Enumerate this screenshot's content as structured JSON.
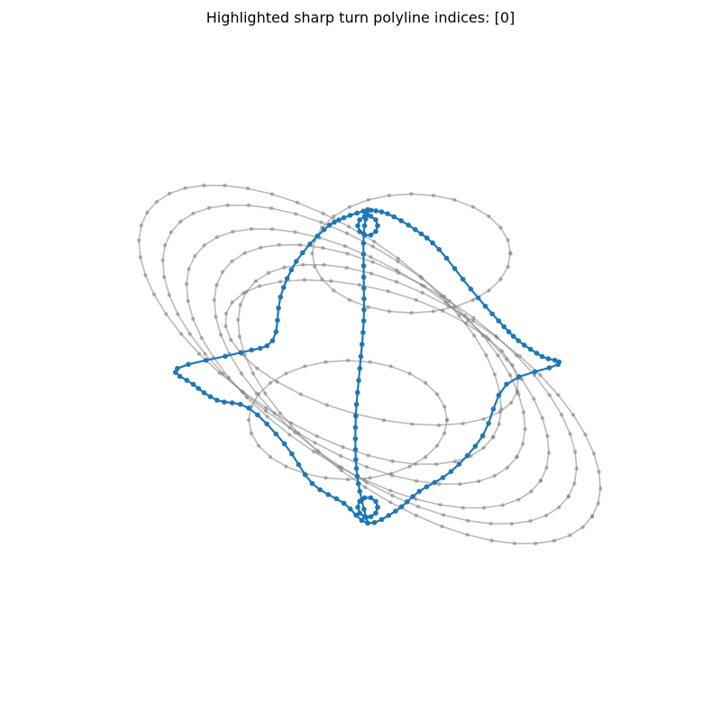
{
  "title": "Highlighted sharp turn polyline indices: [0]",
  "colors": {
    "highlight": "#1f77b4",
    "background_polylines": "#7f7f7f"
  },
  "chart_data": {
    "type": "polylines",
    "highlighted_indices": [
      0
    ],
    "background_polylines": [
      {
        "kind": "ellipse",
        "cx": -0.12,
        "cy": 0.09,
        "rx": 0.52,
        "ry": 0.25,
        "rot": -33,
        "n": 44
      },
      {
        "kind": "ellipse",
        "cx": -0.06,
        "cy": 0.04,
        "rx": 0.52,
        "ry": 0.25,
        "rot": -33,
        "n": 44
      },
      {
        "kind": "ellipse",
        "cx": 0.0,
        "cy": -0.02,
        "rx": 0.52,
        "ry": 0.25,
        "rot": -33,
        "n": 44
      },
      {
        "kind": "ellipse",
        "cx": 0.07,
        "cy": -0.06,
        "rx": 0.52,
        "ry": 0.25,
        "rot": -33,
        "n": 44
      },
      {
        "kind": "ellipse",
        "cx": 0.13,
        "cy": -0.11,
        "rx": 0.52,
        "ry": 0.25,
        "rot": -33,
        "n": 44
      },
      {
        "kind": "ellipse",
        "cx": 0.11,
        "cy": 0.27,
        "rx": 0.25,
        "ry": 0.15,
        "rot": 0,
        "n": 28
      },
      {
        "kind": "ellipse",
        "cx": 0.01,
        "cy": 0.02,
        "rx": 0.38,
        "ry": 0.16,
        "rot": -15,
        "n": 32
      },
      {
        "kind": "ellipse",
        "cx": -0.05,
        "cy": -0.15,
        "rx": 0.25,
        "ry": 0.15,
        "rot": 0,
        "n": 28
      }
    ],
    "highlighted_polyline": [
      [
        0.0,
        0.38
      ],
      [
        -0.06,
        0.36
      ],
      [
        -0.11,
        0.33
      ],
      [
        -0.18,
        0.25
      ],
      [
        -0.22,
        0.16
      ],
      [
        -0.24,
        0.05
      ],
      [
        -0.32,
        0.02
      ],
      [
        -0.48,
        -0.02
      ],
      [
        -0.44,
        -0.06
      ],
      [
        -0.38,
        -0.1
      ],
      [
        -0.3,
        -0.12
      ],
      [
        -0.21,
        -0.21
      ],
      [
        -0.14,
        -0.31
      ],
      [
        -0.06,
        -0.36
      ],
      [
        0.0,
        -0.41
      ],
      [
        0.07,
        -0.38
      ],
      [
        0.13,
        -0.33
      ],
      [
        0.21,
        -0.28
      ],
      [
        0.29,
        -0.19
      ],
      [
        0.35,
        -0.06
      ],
      [
        0.48,
        -0.01
      ],
      [
        0.44,
        0.01
      ],
      [
        0.38,
        0.05
      ],
      [
        0.33,
        0.1
      ],
      [
        0.26,
        0.18
      ],
      [
        0.18,
        0.28
      ],
      [
        0.12,
        0.33
      ],
      [
        0.05,
        0.37
      ],
      [
        0.0,
        0.38
      ]
    ],
    "highlighted_vertical_strand": [
      [
        0.0,
        0.38
      ],
      [
        -0.01,
        0.32
      ],
      [
        -0.01,
        0.21
      ],
      [
        -0.01,
        0.1
      ],
      [
        -0.02,
        -0.02
      ],
      [
        -0.03,
        -0.14
      ],
      [
        -0.03,
        -0.25
      ],
      [
        -0.02,
        -0.33
      ],
      [
        0.0,
        -0.41
      ]
    ],
    "highlighted_loops": [
      {
        "cx": 0.0,
        "cy": 0.34,
        "r": 0.025
      },
      {
        "cx": 0.0,
        "cy": -0.37,
        "r": 0.025
      }
    ]
  }
}
